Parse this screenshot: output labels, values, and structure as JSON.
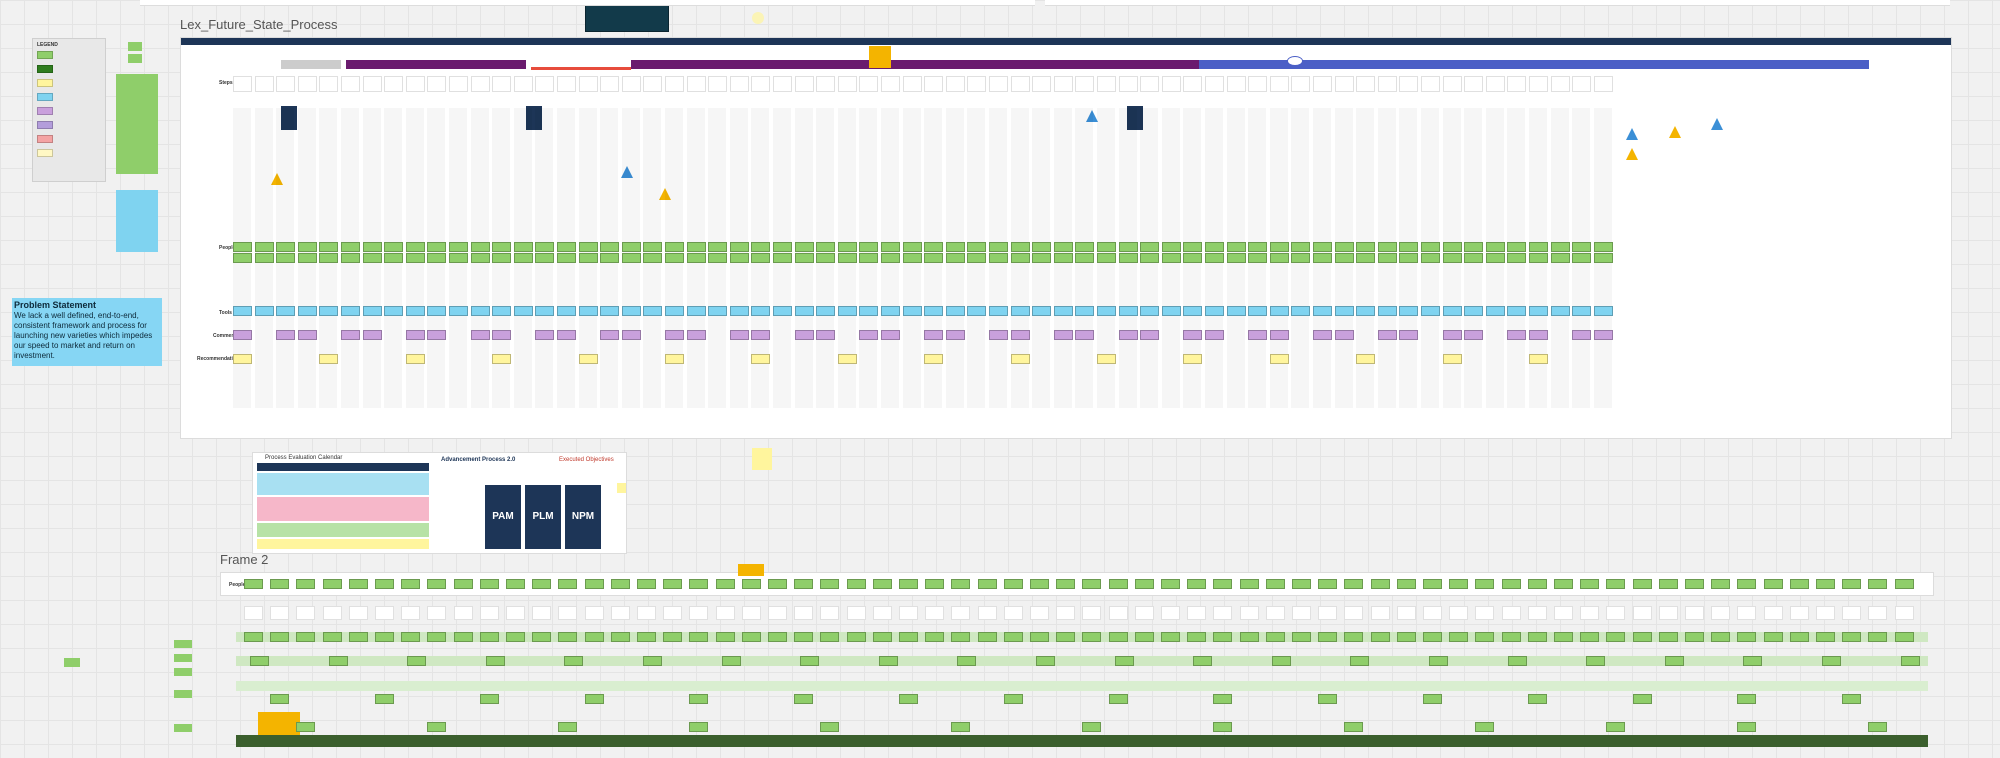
{
  "frames": {
    "main_title": "Lex_Future_State_Process",
    "frame2_title": "Frame 2"
  },
  "legend": {
    "title": "LEGEND",
    "items": [
      {
        "color": "#8fce6a",
        "label": ""
      },
      {
        "color": "#2f7d1e",
        "label": ""
      },
      {
        "color": "#fff59d",
        "label": ""
      },
      {
        "color": "#7fd3f0",
        "label": ""
      },
      {
        "color": "#c9a0dc",
        "label": ""
      },
      {
        "color": "#b39ddb",
        "label": ""
      },
      {
        "color": "#f4a3a3",
        "label": ""
      },
      {
        "color": "#fff8c4",
        "label": ""
      }
    ]
  },
  "problem": {
    "title": "Problem Statement",
    "text": "We lack a well defined, end-to-end, consistent framework and process for launching new varieties which impedes our speed to market and return on investment."
  },
  "row_labels": {
    "steps": "Steps",
    "people": "People",
    "tools": "Tools",
    "comments": "Comments",
    "recommendations": "Recommendations",
    "frame2_people": "People"
  },
  "advancement": {
    "calendar_title": "Process Evaluation Calendar",
    "title": "Advancement Process 2.0",
    "subtitle": "Executed Objectives",
    "cards": [
      "PAM",
      "PLM",
      "NPM"
    ]
  },
  "colors": {
    "navy": "#1d3557",
    "purple": "#6a1b6e",
    "blue_phase": "#4b5fc6",
    "green": "#8fce6a",
    "dark_green": "#3b5f2d",
    "cyan": "#7fd3f0",
    "sticky_yellow": "#fff59d",
    "orange": "#f4b400"
  }
}
